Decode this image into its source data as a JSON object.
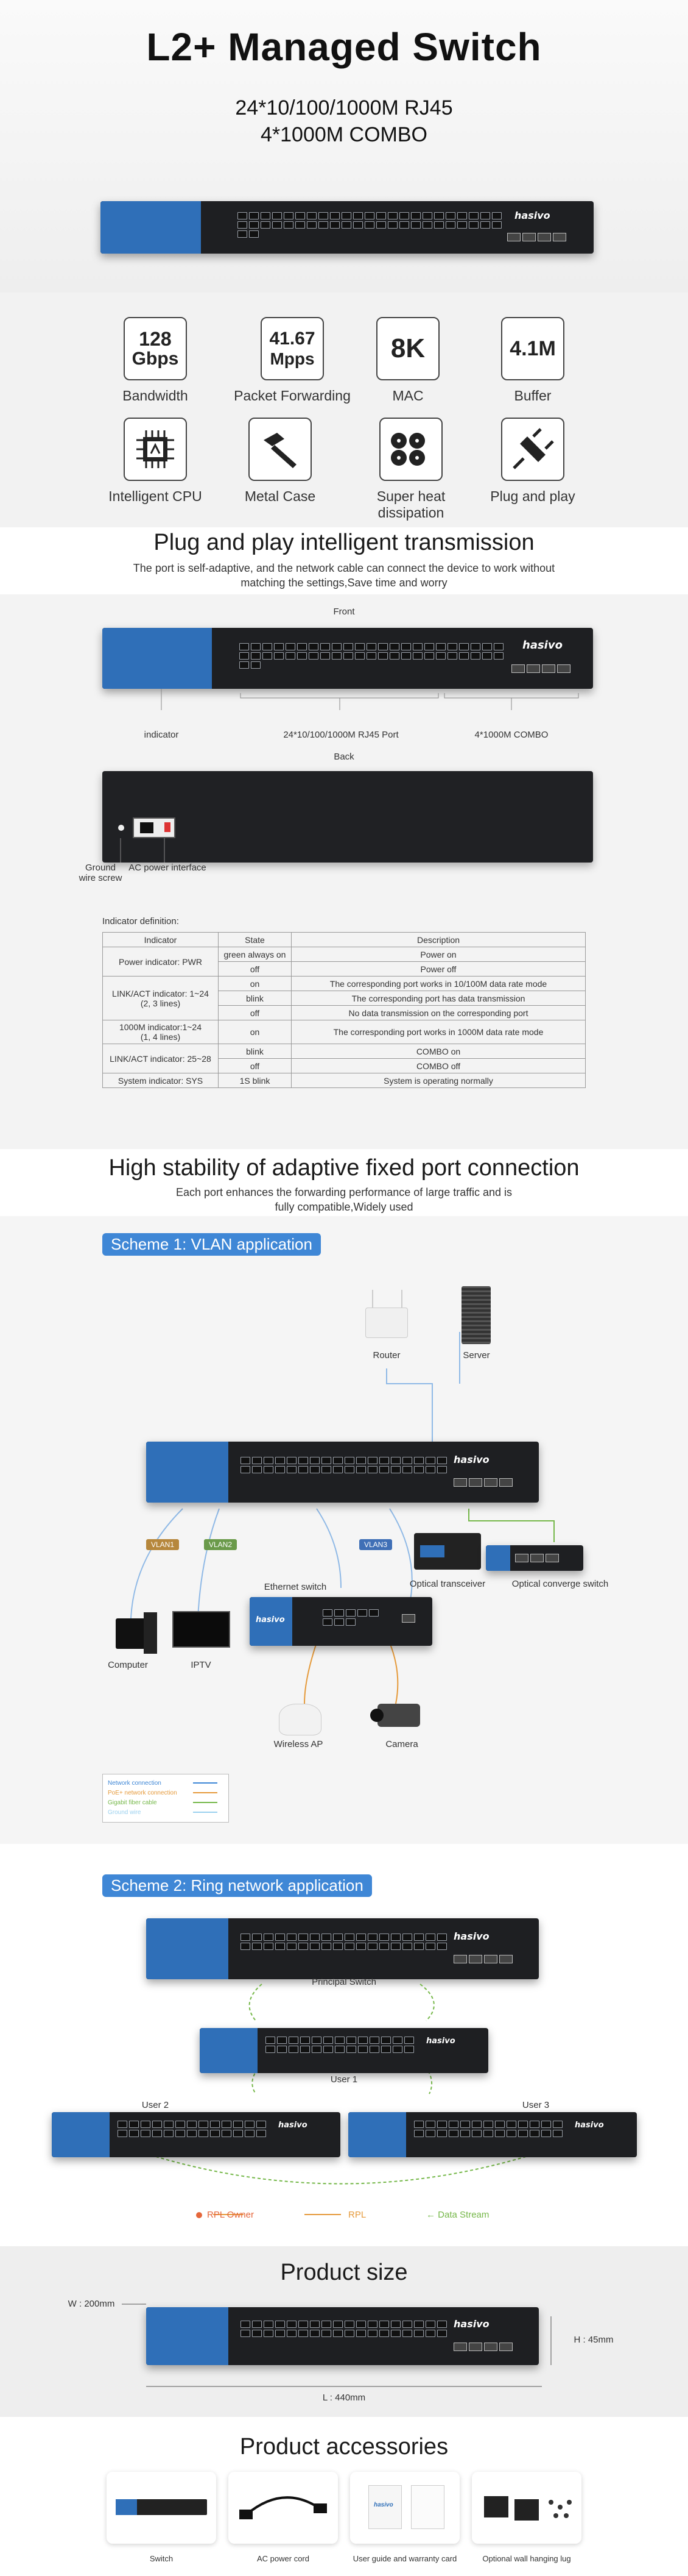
{
  "hero": {
    "title": "L2+ Managed Switch",
    "line1": "24*10/100/1000M RJ45",
    "line2": "4*1000M COMBO"
  },
  "brand": "hasivo",
  "specs": [
    {
      "value": "128",
      "unit": "Gbps",
      "caption": "Bandwidth"
    },
    {
      "value": "41.67",
      "unit": "Mpps",
      "caption": "Packet Forwarding"
    },
    {
      "value": "8K",
      "unit": "",
      "caption": "MAC"
    },
    {
      "value": "4.1M",
      "unit": "",
      "caption": "Buffer"
    }
  ],
  "features": [
    {
      "icon": "cpu-icon",
      "caption": "Intelligent CPU"
    },
    {
      "icon": "metal-case-icon",
      "caption": "Metal Case"
    },
    {
      "icon": "fan-icon",
      "caption": "Super heat dissipation"
    },
    {
      "icon": "plug-icon",
      "caption": "Plug and play"
    }
  ],
  "plug": {
    "title": "Plug and play intelligent transmission",
    "desc1": "The port is self-adaptive, and the network cable can connect the device to work without",
    "desc2": "matching the settings,Save time and worry",
    "front": "Front",
    "back": "Back",
    "indicator": "indicator",
    "rj45": "24*10/100/1000M RJ45 Port",
    "combo": "4*1000M COMBO",
    "ground1": "Ground",
    "ground2": "wire screw",
    "ac": "AC power interface"
  },
  "indicator_table": {
    "heading": "Indicator definition:",
    "headers": [
      "Indicator",
      "State",
      "Description"
    ],
    "rows": [
      {
        "ind": "Power indicator:  PWR",
        "states": [
          [
            "green always on",
            "Power on"
          ],
          [
            "off",
            "Power off"
          ]
        ]
      },
      {
        "ind": "LINK/ACT indicator: 1~24\n(2, 3 lines)",
        "states": [
          [
            "on",
            "The corresponding port works in 10/100M data rate mode"
          ],
          [
            "blink",
            "The corresponding port has data transmission"
          ],
          [
            "off",
            "No data transmission on the corresponding port"
          ]
        ]
      },
      {
        "ind": "1000M indicator:1~24\n(1, 4 lines)",
        "states": [
          [
            "on",
            "The corresponding port works in 1000M data rate mode"
          ]
        ]
      },
      {
        "ind": "LINK/ACT indicator: 25~28",
        "states": [
          [
            "blink",
            "COMBO on"
          ],
          [
            "off",
            "COMBO off"
          ]
        ]
      },
      {
        "ind": "System indicator: SYS",
        "states": [
          [
            "1S blink",
            "System is operating normally"
          ]
        ]
      }
    ]
  },
  "stability": {
    "title": "High stability of adaptive fixed port connection",
    "desc1": "Each port enhances the forwarding performance of large traffic and is",
    "desc2": "fully compatible,Widely used"
  },
  "scheme1": {
    "title": "Scheme 1: VLAN application",
    "router": "Router",
    "server": "Server",
    "vlan1": "VLAN1",
    "vlan2": "VLAN2",
    "vlan3": "VLAN3",
    "ethernet_switch": "Ethernet switch",
    "optical_transceiver": "Optical transceiver",
    "optical_converge": "Optical converge switch",
    "computer": "Computer",
    "iptv": "IPTV",
    "wireless_ap": "Wireless AP",
    "camera": "Camera",
    "legend": [
      {
        "label": "Network connection",
        "color": "#3f87d6"
      },
      {
        "label": "PoE+ network connection",
        "color": "#e59a3b"
      },
      {
        "label": "Gigabit fiber cable",
        "color": "#76b84a"
      },
      {
        "label": "Ground wire",
        "color": "#9ad0ef"
      }
    ]
  },
  "scheme2": {
    "title": "Scheme 2: Ring network application",
    "principal": "Principal Switch",
    "user1": "User 1",
    "user2": "User 2",
    "user3": "User 3",
    "rpl_owner": "RPL Owner",
    "rpl": "RPL",
    "data_stream": "Data Stream"
  },
  "size": {
    "title": "Product size",
    "w": "W : 200mm",
    "h": "H : 45mm",
    "l": "L : 440mm"
  },
  "accessories": {
    "title": "Product accessories",
    "items": [
      "Switch",
      "AC power cord",
      "User guide and warranty card",
      "Optional wall hanging lug"
    ]
  },
  "colors": {
    "accent": "#3f87d6",
    "switch_blue": "#2f6fb8",
    "body": "#1e1f22"
  }
}
